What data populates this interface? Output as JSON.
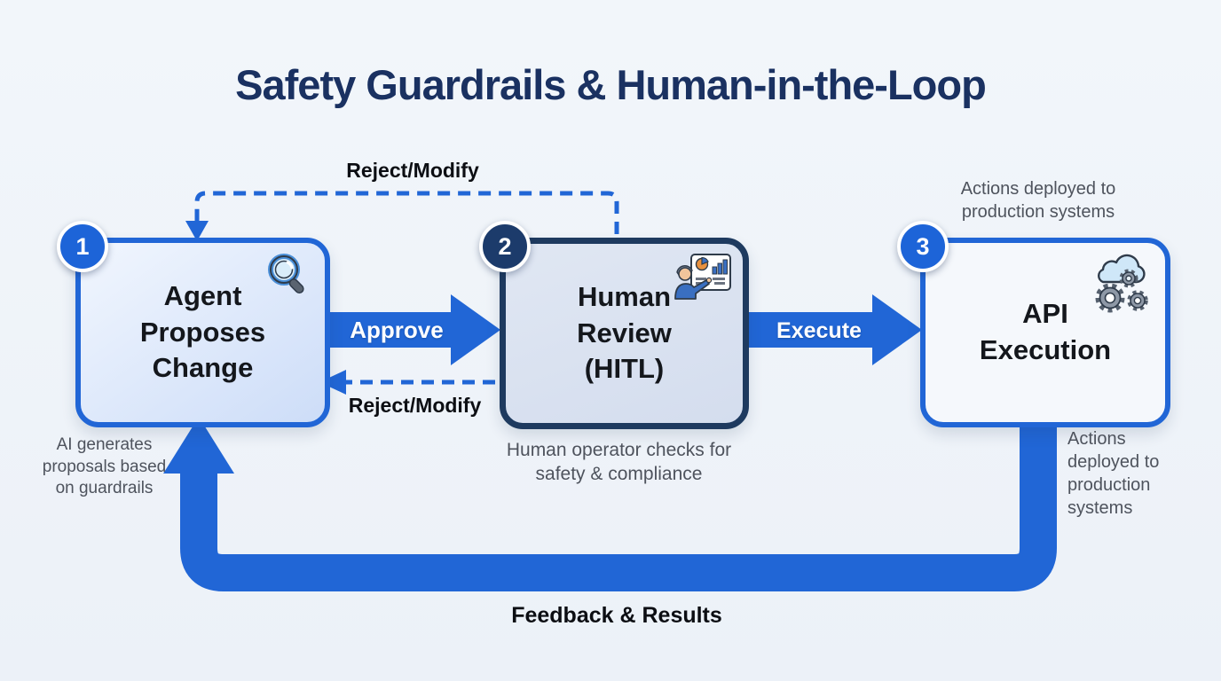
{
  "title": "Safety Guardrails & Human-in-the-Loop",
  "colors": {
    "accent_blue": "#2166d6",
    "navy_border": "#1e3a5f",
    "title_navy": "#1a3161",
    "caption_gray": "#4e535d",
    "badge_blue": "#1d64d8",
    "badge_navy": "#1c3b6b",
    "background": "#eef2f8"
  },
  "nodes": [
    {
      "number": "1",
      "label": "Agent Proposes Change",
      "icon": "magnifier-icon",
      "caption": "AI generates proposals based on guardrails"
    },
    {
      "number": "2",
      "label": "Human Review (HITL)",
      "icon": "human-presenter-icon",
      "caption": "Human operator checks for safety & compliance"
    },
    {
      "number": "3",
      "label": "API Execution",
      "icon": "cloud-gears-icon",
      "caption_top": "Actions deployed to production systems",
      "caption_side": "Actions deployed to production systems"
    }
  ],
  "edges": {
    "approve": "Approve",
    "execute": "Execute",
    "reject_top": "Reject/Modify",
    "reject_mid": "Reject/Modify",
    "feedback": "Feedback & Results"
  }
}
